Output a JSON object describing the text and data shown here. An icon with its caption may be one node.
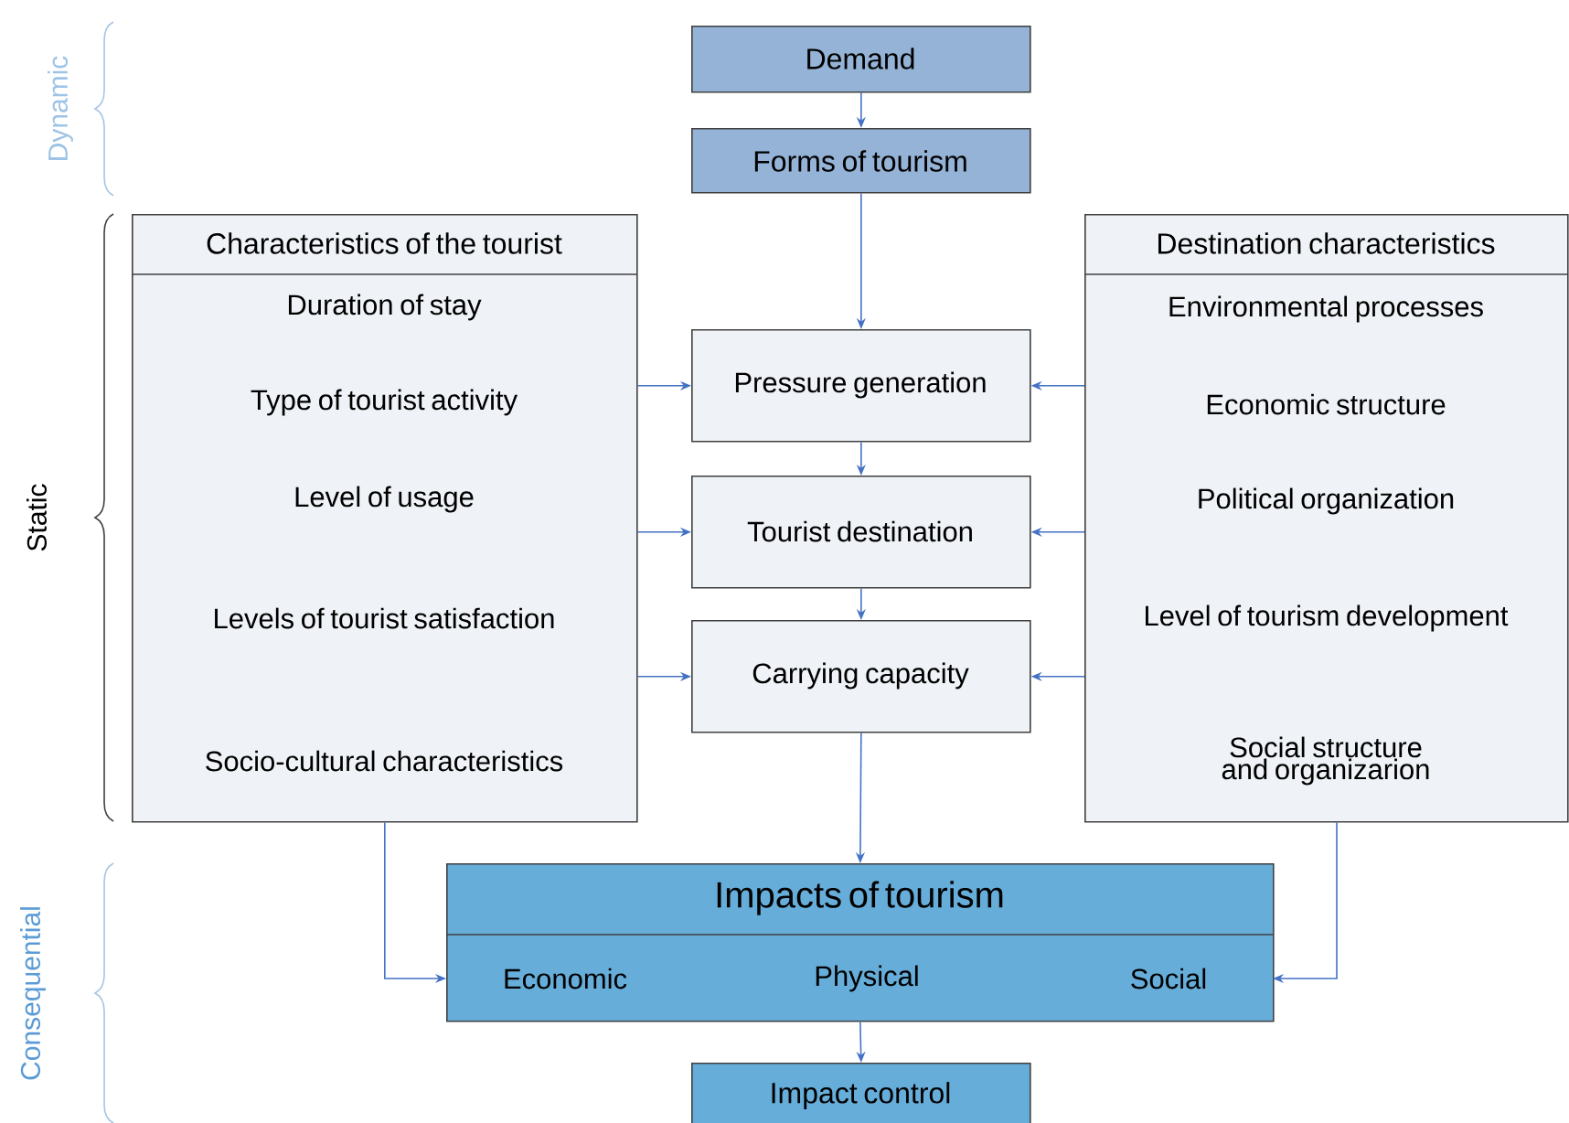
{
  "diagram": {
    "nodes": [
      {
        "text": [
          "Demand"
        ]
      },
      {
        "text": [
          "Forms of tourism"
        ]
      },
      {
        "text": [
          "Characteristics of the tourist",
          "Duration of stay",
          "Type of tourist activity",
          "Level of usage",
          "Levels of tourist satisfaction",
          "Socio-cultural characteristics"
        ]
      },
      {
        "text": [
          "Pressure generation"
        ]
      },
      {
        "text": [
          "Tourist destination"
        ]
      },
      {
        "text": [
          "Carrying capacity"
        ]
      },
      {
        "text": [
          "Destination characteristics",
          "Environmental processes",
          "Economic structure",
          "Political organization",
          "Level of tourism development",
          "Social structure and organizarion"
        ]
      },
      {
        "text": [
          "Impacts of tourism",
          "Economic",
          "Physical",
          "Social"
        ]
      },
      {
        "text": [
          "Impact control"
        ]
      }
    ],
    "edges": [
      {
        "from": 0,
        "to": 1,
        "arrow": "to"
      },
      {
        "from": 1,
        "to": 3,
        "arrow": "to"
      },
      {
        "from": 3,
        "to": 4,
        "arrow": "to"
      },
      {
        "from": 4,
        "to": 5,
        "arrow": "to"
      },
      {
        "from": 5,
        "to": 7,
        "arrow": "to"
      },
      {
        "from": 7,
        "to": 8,
        "arrow": "to"
      },
      {
        "from": 2,
        "to": 3,
        "arrow": "to"
      },
      {
        "from": 2,
        "to": 4,
        "arrow": "to"
      },
      {
        "from": 2,
        "to": 5,
        "arrow": "to"
      },
      {
        "from": 6,
        "to": 3,
        "arrow": "to"
      },
      {
        "from": 6,
        "to": 4,
        "arrow": "to"
      },
      {
        "from": 6,
        "to": 5,
        "arrow": "to"
      },
      {
        "from": 2,
        "to": 7,
        "arrow": "to"
      },
      {
        "from": 6,
        "to": 7,
        "arrow": "to"
      }
    ],
    "labels": [
      "Dynamic",
      "Static",
      "Consequential"
    ]
  }
}
